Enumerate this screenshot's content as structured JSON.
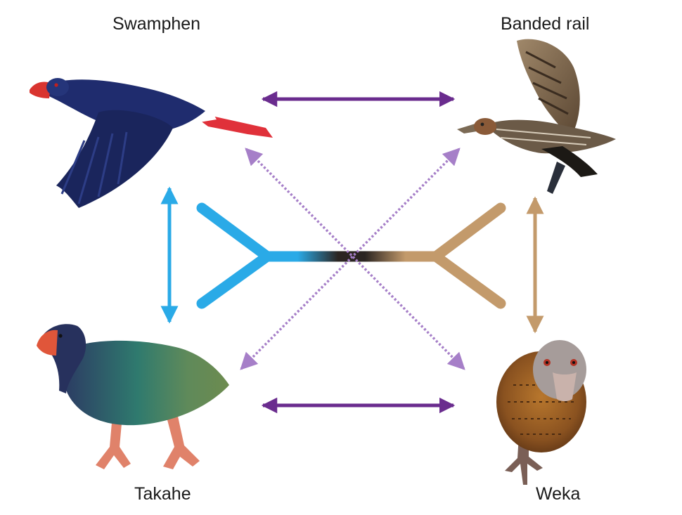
{
  "species": {
    "swamphen": "Swamphen",
    "banded_rail": "Banded rail",
    "takahe": "Takahe",
    "weka": "Weka"
  },
  "colors": {
    "purple_solid": "#6a2c8e",
    "purple_dotted": "#a67fc8",
    "blue_clade": "#2aaae7",
    "tan_clade": "#c39a6b",
    "root_dark": "#2b2522"
  },
  "relationships": [
    {
      "from": "swamphen",
      "to": "banded_rail",
      "style": "solid",
      "color": "purple"
    },
    {
      "from": "takahe",
      "to": "weka",
      "style": "solid",
      "color": "purple"
    },
    {
      "from": "swamphen",
      "to": "weka",
      "style": "dotted",
      "color": "purple"
    },
    {
      "from": "takahe",
      "to": "banded_rail",
      "style": "dotted",
      "color": "purple"
    },
    {
      "from": "swamphen",
      "to": "takahe",
      "style": "solid",
      "color": "blue"
    },
    {
      "from": "banded_rail",
      "to": "weka",
      "style": "solid",
      "color": "tan"
    }
  ],
  "tree": {
    "clades": [
      {
        "members": [
          "swamphen",
          "takahe"
        ],
        "color": "blue"
      },
      {
        "members": [
          "banded_rail",
          "weka"
        ],
        "color": "tan"
      }
    ]
  }
}
